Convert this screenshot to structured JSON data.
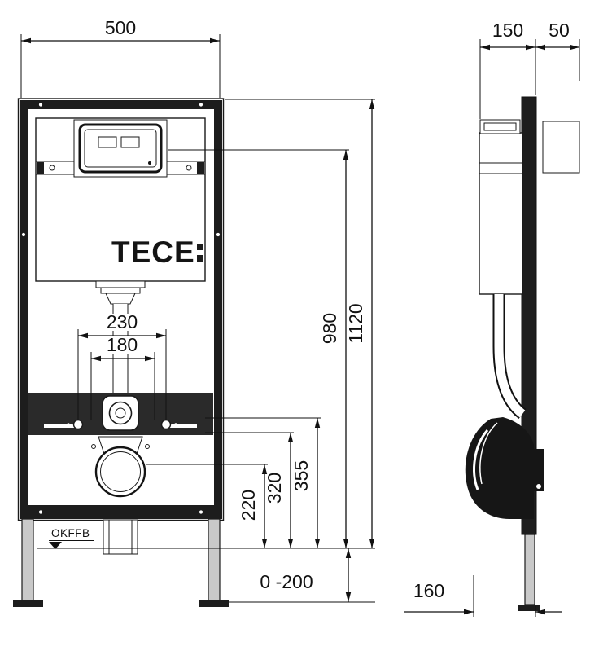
{
  "drawing": {
    "brand_logo": "TECE",
    "floor_datum_label": "OKFFB"
  },
  "front_view": {
    "width_label": "500",
    "total_height_label": "1120",
    "flush_height_label": "980",
    "drain_spacing_outer_label": "230",
    "drain_spacing_inner_label": "180",
    "bracket_height_label": "355",
    "connection_height_label": "320",
    "drain_height_label": "220",
    "foot_adjustment_label": "0 -200"
  },
  "side_view": {
    "frame_depth_label": "150",
    "wall_offset_label": "50",
    "drain_depth_label": "160"
  },
  "colors": {
    "line": "#111111",
    "frame_fill": "#1d1d1d",
    "foot_fill": "#c9c9c9"
  }
}
